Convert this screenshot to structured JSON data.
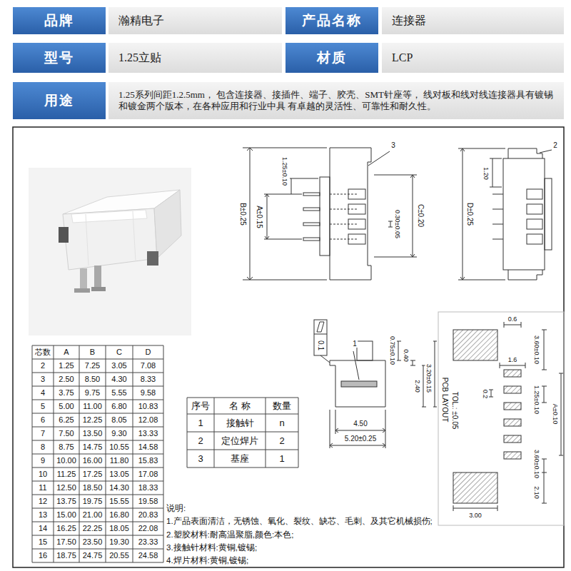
{
  "diagram": {
    "nodes": [
      {
        "text": [
          "品牌"
        ]
      },
      {
        "text": [
          "瀚精电子"
        ]
      },
      {
        "text": [
          "产品名称"
        ]
      },
      {
        "text": [
          "连接器"
        ]
      },
      {
        "text": [
          "型号"
        ]
      },
      {
        "text": [
          "1.25立贴"
        ]
      },
      {
        "text": [
          "材质"
        ]
      },
      {
        "text": [
          "LCP"
        ]
      },
      {
        "text": [
          "用途"
        ]
      },
      {
        "text": [
          "1.25系列间距1.2.5mm， 包含连接器、接插件、端子、胶壳、SMT针座等， 线对板和线对线连接器具有镀锡和镀金两个版本，在各种应用和行业中具 有卓越的灵活性、可靠性和耐久性。"
        ]
      }
    ],
    "labels": [
      "3",
      "1.25±0.10",
      "B±0.25",
      "A±0.15",
      "0.30±0.05",
      "C±0.20",
      "2",
      "1.20",
      "D±0.25",
      "0.1",
      "1",
      "0.75±0.10",
      "0.40",
      "3.20±0.15",
      "2.40",
      "4.50",
      "5.20±0.25",
      "0.6",
      "3.60±0.10",
      "1.6",
      "0.2",
      "1.25±0.10",
      "A±0.10",
      "3.60±0.10",
      "2.10",
      "3.00",
      "PCB LAYOUT",
      "TOL.: ±0.05",
      "芯数",
      "A",
      "B",
      "C",
      "D",
      "2",
      "1.25",
      "7.25",
      "3.05",
      "7.08",
      "3",
      "2.50",
      "8.50",
      "4.30",
      "8.33",
      "4",
      "3.75",
      "9.75",
      "5.55",
      "9.58",
      "5",
      "5.00",
      "11.00",
      "6.80",
      "10.83",
      "6",
      "6.25",
      "12.25",
      "8.05",
      "12.08",
      "7",
      "7.50",
      "13.50",
      "9.30",
      "13.33",
      "8",
      "8.75",
      "14.75",
      "10.55",
      "14.58",
      "9",
      "10.00",
      "16.00",
      "11.80",
      "15.83",
      "10",
      "11.25",
      "17.25",
      "13.05",
      "17.08",
      "11",
      "12.50",
      "18.50",
      "14.30",
      "18.33",
      "12",
      "13.75",
      "19.75",
      "15.55",
      "19.58",
      "13",
      "15.00",
      "21.00",
      "16.80",
      "20.83",
      "14",
      "16.25",
      "22.25",
      "18.05",
      "22.08",
      "15",
      "17.50",
      "23.50",
      "19.30",
      "23.33",
      "16",
      "18.75",
      "24.75",
      "20.55",
      "24.58",
      "序号",
      "名 称",
      "数量",
      "1",
      "接触针",
      "n",
      "2",
      "定位焊片",
      "2",
      "3",
      "基座",
      "1",
      "说明:",
      "1.产品表面清洁，无锈蚀、氧化、裂纹、缺芯、毛刺、及其它机械损伤;",
      "2.塑胶材料:耐高温聚脂,颜色:本色;",
      "3.接触针材料:黄铜,镀锡;",
      "4.焊片材料:黄铜,镀锡;"
    ]
  }
}
